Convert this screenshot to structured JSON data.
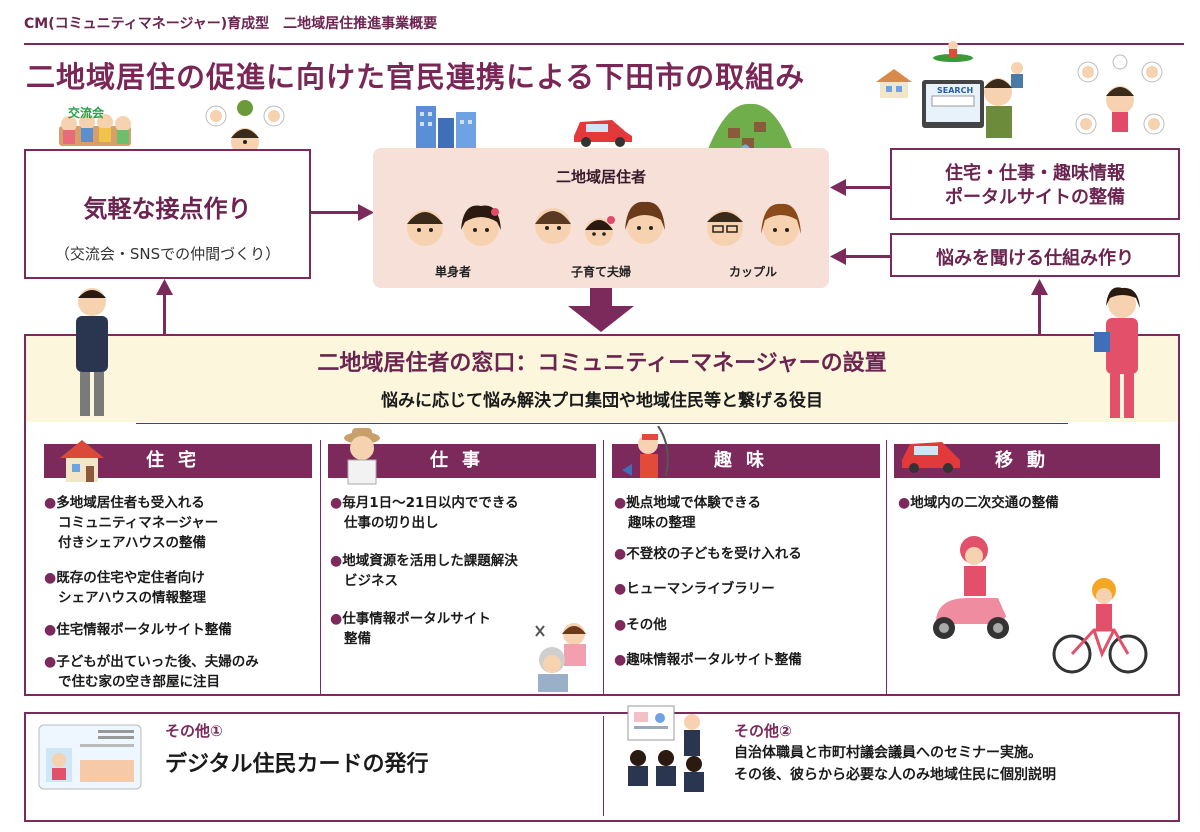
{
  "header": {
    "topline": "CM(コミュニティマネージャー)育成型　二地域居住推進事業概要",
    "title": "二地域居住の促進に向けた官民連携による下田市の取組み"
  },
  "left_box": {
    "title": "気軽な接点作り",
    "subtitle": "（交流会・SNSでの仲間づくり）",
    "sign_text": "交流会"
  },
  "center_box": {
    "title": "二地域居住者",
    "groups": [
      {
        "label": "単身者"
      },
      {
        "label": "子育て夫婦"
      },
      {
        "label": "カップル"
      }
    ]
  },
  "right_boxes": {
    "portal": [
      "住宅・仕事・趣味情報",
      "ポータルサイトの整備"
    ],
    "consult": "悩みを聞ける仕組み作り",
    "search_text": "SEARCH"
  },
  "band": {
    "title": "二地域居住者の窓口：コミュニティーマネージャーの設置",
    "subtitle": "悩みに応じて悩み解決プロ集団や地域住民等と繋げる役目"
  },
  "categories": [
    {
      "label": "住宅",
      "items": [
        [
          "多地域居住者も受入れる",
          "コミュニティマネージャー",
          "付きシェアハウスの整備"
        ],
        [
          "既存の住宅や定住者向け",
          "シェアハウスの情報整理"
        ],
        [
          "住宅情報ポータルサイト整備"
        ],
        [
          "子どもが出ていった後、夫婦のみ",
          "で住む家の空き部屋に注目"
        ]
      ]
    },
    {
      "label": "仕事",
      "items": [
        [
          "毎月1日～21日以内でできる",
          "仕事の切り出し"
        ],
        [
          "地域資源を活用した課題解決",
          "ビジネス"
        ],
        [
          "仕事情報ポータルサイト",
          "整備"
        ]
      ]
    },
    {
      "label": "趣味",
      "items": [
        [
          "拠点地域で体験できる",
          "趣味の整理"
        ],
        [
          "不登校の子どもを受け入れる"
        ],
        [
          "ヒューマンライブラリー"
        ],
        [
          "その他"
        ],
        [
          "趣味情報ポータルサイト整備"
        ]
      ]
    },
    {
      "label": "移動",
      "items": [
        [
          "地域内の二次交通の整備"
        ]
      ]
    }
  ],
  "bottom": {
    "left": {
      "label": "その他①",
      "text": "デジタル住民カードの発行"
    },
    "right": {
      "label": "その他②",
      "lines": [
        "自治体職員と市町村議会議員へのセミナー実施。",
        "その後、彼らから必要な人のみ地域住民に個別説明"
      ]
    }
  },
  "colors": {
    "accent": "#7b2a5b",
    "band_bg": "#fbf6dc",
    "center_bg": "#f6e0d8"
  }
}
